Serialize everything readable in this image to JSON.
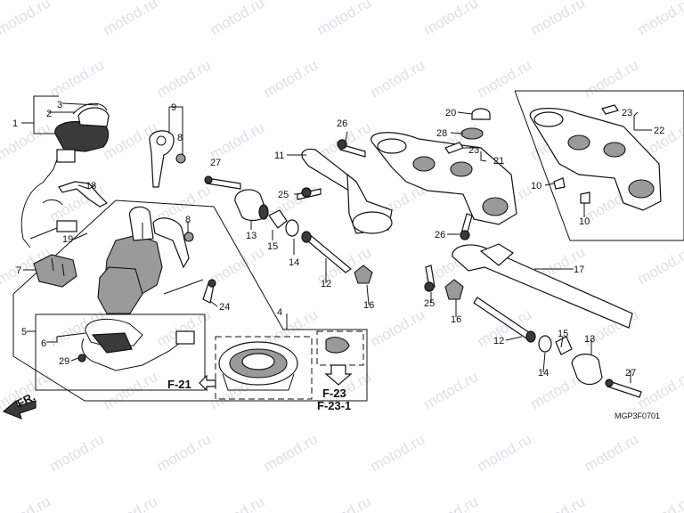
{
  "watermark": "motod.ru",
  "diagram_code": "MGP3F0701",
  "front_marker": "FR.",
  "refs": {
    "f21": "F-21",
    "f23": "F-23",
    "f231": "F-23-1"
  },
  "callouts": {
    "c1": "1",
    "c2": "2",
    "c3": "3",
    "c4": "4",
    "c5": "5",
    "c6": "6",
    "c7": "7",
    "c8a": "8",
    "c8b": "8",
    "c9": "9",
    "c10a": "10",
    "c10b": "10",
    "c11": "11",
    "c12a": "12",
    "c12b": "12",
    "c13a": "13",
    "c13b": "13",
    "c14a": "14",
    "c14b": "14",
    "c15a": "15",
    "c15b": "15",
    "c16a": "16",
    "c16b": "16",
    "c17": "17",
    "c18": "18",
    "c19": "19",
    "c20": "20",
    "c21": "21",
    "c22": "22",
    "c23a": "23",
    "c23b": "23",
    "c24": "24",
    "c25a": "25",
    "c25b": "25",
    "c26a": "26",
    "c26b": "26",
    "c27a": "27",
    "c27b": "27",
    "c28": "28",
    "c29": "29"
  }
}
